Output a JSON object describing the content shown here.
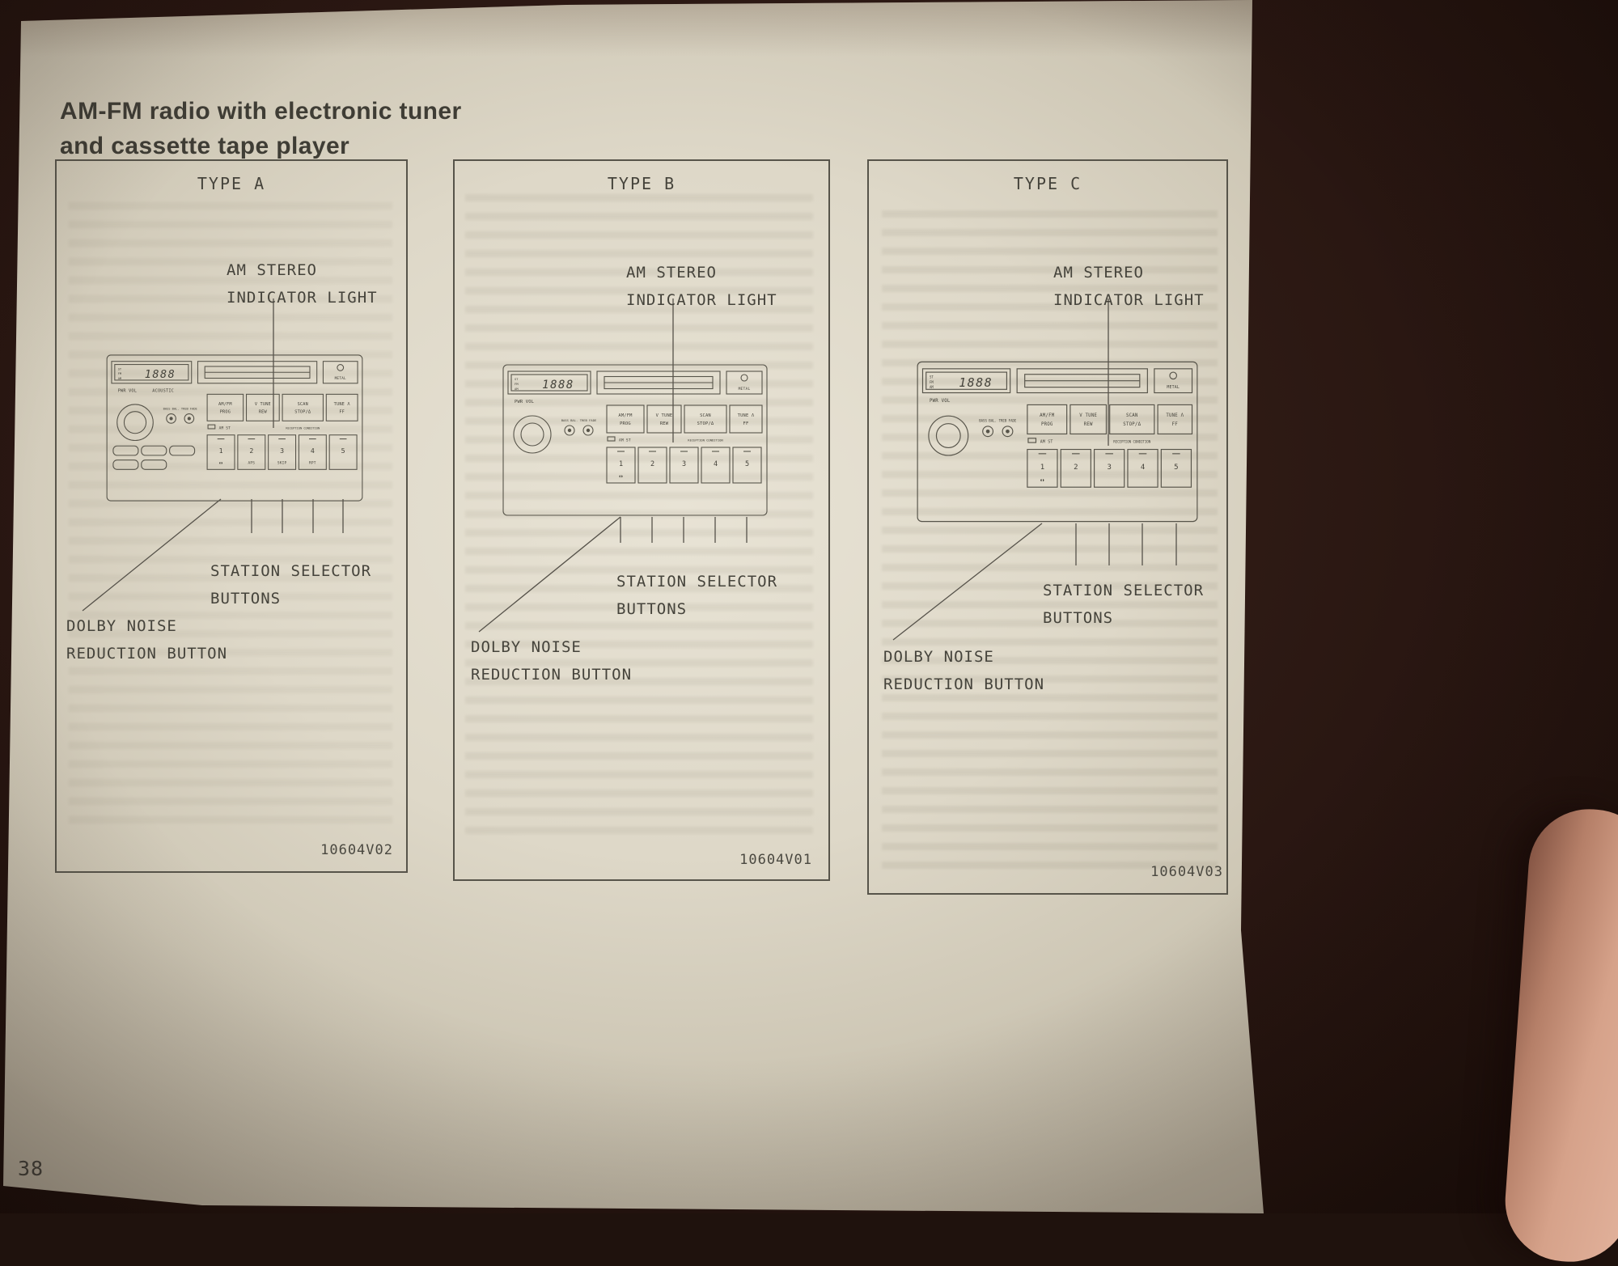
{
  "page": {
    "number": "38",
    "title_line1": "AM-FM radio with electronic tuner",
    "title_line2": "and cassette tape player"
  },
  "radio_labels": {
    "st": "ST",
    "fm": "FM",
    "am": "AM",
    "display_digits": "1888",
    "metal": "METAL",
    "pwr_vol": "PWR VOL",
    "acoustic": "ACOUSTIC",
    "bass_bal": "BASS BAL.",
    "treb_fade": "TREB FADE",
    "btn_amfm_1": "AM/FM",
    "btn_amfm_2": "PROG",
    "btn_vtune_1": "V TUNE",
    "btn_vtune_2": "REW",
    "btn_scan_1": "SCAN",
    "btn_scan_2": "STOP/Δ",
    "btn_tune_1": "TUNE Λ",
    "btn_tune_2": "FF",
    "am_st": "AM ST",
    "reception": "RECEPTION CONDITION",
    "stations": [
      "1",
      "2",
      "3",
      "4",
      "5"
    ]
  },
  "panels": [
    {
      "type_label": "TYPE A",
      "figure_code": "10604V02",
      "callout_am_1": "AM STEREO",
      "callout_am_2": "INDICATOR LIGHT",
      "callout_station_1": "STATION SELECTOR",
      "callout_station_2": "BUTTONS",
      "callout_dolby_1": "DOLBY NOISE",
      "callout_dolby_2": "REDUCTION BUTTON",
      "station_sub": [
        "◖◗",
        "APS",
        "SKIP",
        "RPT",
        ""
      ]
    },
    {
      "type_label": "TYPE B",
      "figure_code": "10604V01",
      "callout_am_1": "AM STEREO",
      "callout_am_2": "INDICATOR LIGHT",
      "callout_station_1": "STATION SELECTOR",
      "callout_station_2": "BUTTONS",
      "callout_dolby_1": "DOLBY NOISE",
      "callout_dolby_2": "REDUCTION BUTTON",
      "station_sub": [
        "◖◗",
        "",
        "",
        "",
        ""
      ]
    },
    {
      "type_label": "TYPE C",
      "figure_code": "10604V03",
      "callout_am_1": "AM STEREO",
      "callout_am_2": "INDICATOR LIGHT",
      "callout_station_1": "STATION SELECTOR",
      "callout_station_2": "BUTTONS",
      "callout_dolby_1": "DOLBY NOISE",
      "callout_dolby_2": "REDUCTION BUTTON",
      "station_sub": [
        "◖◗",
        "",
        "",
        "",
        ""
      ]
    }
  ]
}
